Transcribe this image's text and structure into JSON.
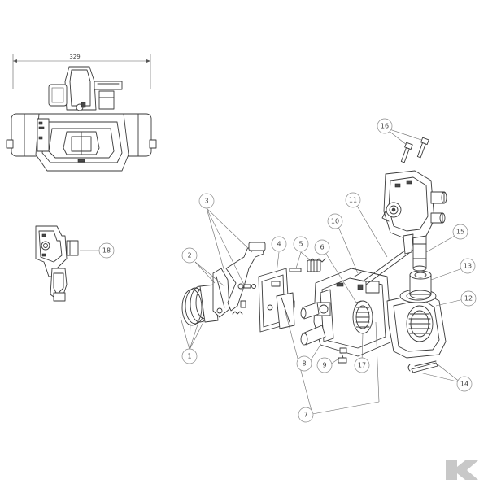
{
  "drawing": {
    "dimension_label": "329",
    "brand_mark": "K"
  },
  "callouts": [
    {
      "id": "1",
      "label": "1"
    },
    {
      "id": "2",
      "label": "2"
    },
    {
      "id": "3",
      "label": "3"
    },
    {
      "id": "4",
      "label": "4"
    },
    {
      "id": "5",
      "label": "5"
    },
    {
      "id": "6",
      "label": "6"
    },
    {
      "id": "7",
      "label": "7"
    },
    {
      "id": "8",
      "label": "8"
    },
    {
      "id": "9",
      "label": "9"
    },
    {
      "id": "10",
      "label": "10"
    },
    {
      "id": "11",
      "label": "11"
    },
    {
      "id": "12",
      "label": "12"
    },
    {
      "id": "13",
      "label": "13"
    },
    {
      "id": "14",
      "label": "14"
    },
    {
      "id": "15",
      "label": "15"
    },
    {
      "id": "16",
      "label": "16"
    },
    {
      "id": "17",
      "label": "17"
    },
    {
      "id": "18",
      "label": "18"
    }
  ]
}
